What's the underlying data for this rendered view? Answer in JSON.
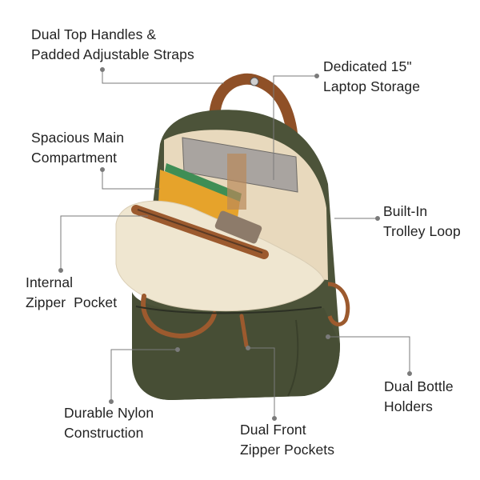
{
  "colors": {
    "nylon": "#4a5138",
    "leather": "#9c5a2e",
    "lining": "#e9dcc6",
    "canvas": "#efe7d2",
    "leader": "#7a7a7a"
  },
  "features": [
    {
      "id": "handles",
      "lines": [
        "Dual Top Handles &",
        "Padded Adjustable Straps"
      ]
    },
    {
      "id": "laptop",
      "lines": [
        "Dedicated 15\"",
        "Laptop Storage"
      ]
    },
    {
      "id": "main",
      "lines": [
        "Spacious Main",
        "Compartment"
      ]
    },
    {
      "id": "trolley",
      "lines": [
        "Built-In",
        "Trolley Loop"
      ]
    },
    {
      "id": "internal",
      "lines": [
        "Internal",
        "Zipper  Pocket"
      ]
    },
    {
      "id": "bottle",
      "lines": [
        "Dual Bottle",
        "Holders"
      ]
    },
    {
      "id": "nylon",
      "lines": [
        "Durable Nylon",
        "Construction"
      ]
    },
    {
      "id": "front",
      "lines": [
        "Dual Front",
        "Zipper Pockets"
      ]
    }
  ]
}
